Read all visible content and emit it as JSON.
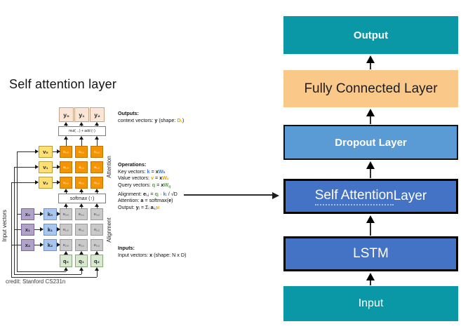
{
  "left": {
    "title": "Self attention layer",
    "credit": "credit: Stanford CS231n",
    "labels": {
      "input_vectors": "Input vectors",
      "attention": "Attention",
      "alignment": "Alignment",
      "mul_add": "mul(→) + add (↑)",
      "softmax": "softmax (↑)"
    },
    "vectors": {
      "y": [
        "y₀",
        "y₁",
        "y₂"
      ],
      "v": [
        "v₀",
        "v₁",
        "v₂"
      ],
      "x": [
        "x₀",
        "x₁",
        "x₂"
      ],
      "k": [
        "k₀",
        "k₁",
        "k₂"
      ],
      "q": [
        "q₀",
        "q₁",
        "q₂"
      ]
    },
    "attention_cells": [
      [
        "a₀,₀",
        "a₀,₁",
        "a₀,₂"
      ],
      [
        "a₁,₀",
        "a₁,₁",
        "a₁,₂"
      ],
      [
        "a₂,₀",
        "a₂,₁",
        "a₂,₂"
      ]
    ],
    "alignment_cells": [
      [
        "e₀,₀",
        "e₀,₁",
        "e₀,₂"
      ],
      [
        "e₁,₀",
        "e₁,₁",
        "e₁,₂"
      ],
      [
        "e₂,₀",
        "e₂,₁",
        "e₂,₂"
      ]
    ],
    "outputs": {
      "heading": "Outputs:",
      "line": [
        [
          "context vectors: ",
          ""
        ],
        [
          "y",
          "b"
        ],
        [
          " (shape: ",
          ""
        ],
        [
          "D",
          "b gold"
        ],
        [
          "ᵥ",
          "gold"
        ],
        [
          ")",
          ""
        ]
      ]
    },
    "operations": {
      "heading": "Operations:",
      "lines": [
        [
          [
            "Key vectors: ",
            ""
          ],
          [
            "k",
            "b blue"
          ],
          [
            " = ",
            ""
          ],
          [
            "x",
            "b"
          ],
          [
            "Wₖ",
            "b blue"
          ]
        ],
        [
          [
            "Value vectors: ",
            ""
          ],
          [
            "v",
            "b gold"
          ],
          [
            " = ",
            ""
          ],
          [
            "x",
            "b"
          ],
          [
            "Wᵥ",
            "b gold"
          ]
        ],
        [
          [
            "Query vectors: ",
            ""
          ],
          [
            "q",
            "b green"
          ],
          [
            " = ",
            ""
          ],
          [
            "x",
            "b"
          ],
          [
            "W",
            "b green"
          ],
          [
            "q",
            "b green sub"
          ]
        ],
        [
          [
            "Alignment: ",
            ""
          ],
          [
            "e",
            "b"
          ],
          [
            "ᵢ,ⱼ",
            ""
          ],
          [
            " = ",
            ""
          ],
          [
            "q",
            "b green"
          ],
          [
            "ⱼ",
            "green"
          ],
          [
            " · ",
            ""
          ],
          [
            "k",
            "b blue"
          ],
          [
            "ᵢ",
            "blue"
          ],
          [
            " / √D",
            ""
          ]
        ],
        [
          [
            "Attention: ",
            ""
          ],
          [
            "a",
            "b"
          ],
          [
            " = softmax(",
            ""
          ],
          [
            "e",
            "b"
          ],
          [
            ")",
            ""
          ]
        ],
        [
          [
            "Output: ",
            ""
          ],
          [
            "y",
            "b"
          ],
          [
            "ⱼ",
            ""
          ],
          [
            " = Σᵢ ",
            ""
          ],
          [
            "a",
            "b"
          ],
          [
            "ᵢ,ⱼ",
            ""
          ],
          [
            "v",
            "b gold"
          ],
          [
            "ᵢ",
            "gold"
          ]
        ]
      ]
    },
    "inputs": {
      "heading": "Inputs:",
      "line": [
        [
          "Input vectors: ",
          ""
        ],
        [
          "x",
          "b"
        ],
        [
          " (shape: N x D)",
          ""
        ]
      ]
    }
  },
  "flow": {
    "boxes": [
      {
        "name": "output",
        "label": "Output"
      },
      {
        "name": "fully-connected-layer",
        "label": "Fully Connected Layer"
      },
      {
        "name": "dropout-layer",
        "label": "Dropout Layer"
      },
      {
        "name": "self-attention-layer",
        "label_underlined": "Self Attention",
        "label_rest": " Layer"
      },
      {
        "name": "lstm",
        "label": "LSTM"
      },
      {
        "name": "input",
        "label": "Input"
      }
    ]
  },
  "colors": {
    "teal": "#0A98A6",
    "fc_orange": "#FAC98A",
    "dropout_blue": "#5B9BD5",
    "layer_blue": "#4472C4",
    "attention_orange": "#F39400",
    "alignment_gray": "#CACACA",
    "value_yellow": "#FFE070",
    "key_blue": "#A8C7F0",
    "input_purple": "#B1A2CA",
    "query_green": "#D8E9D0",
    "output_peach": "#FBE5D6",
    "k_text": "#3E7BD6",
    "v_text": "#DFA800",
    "q_text": "#55A245"
  }
}
